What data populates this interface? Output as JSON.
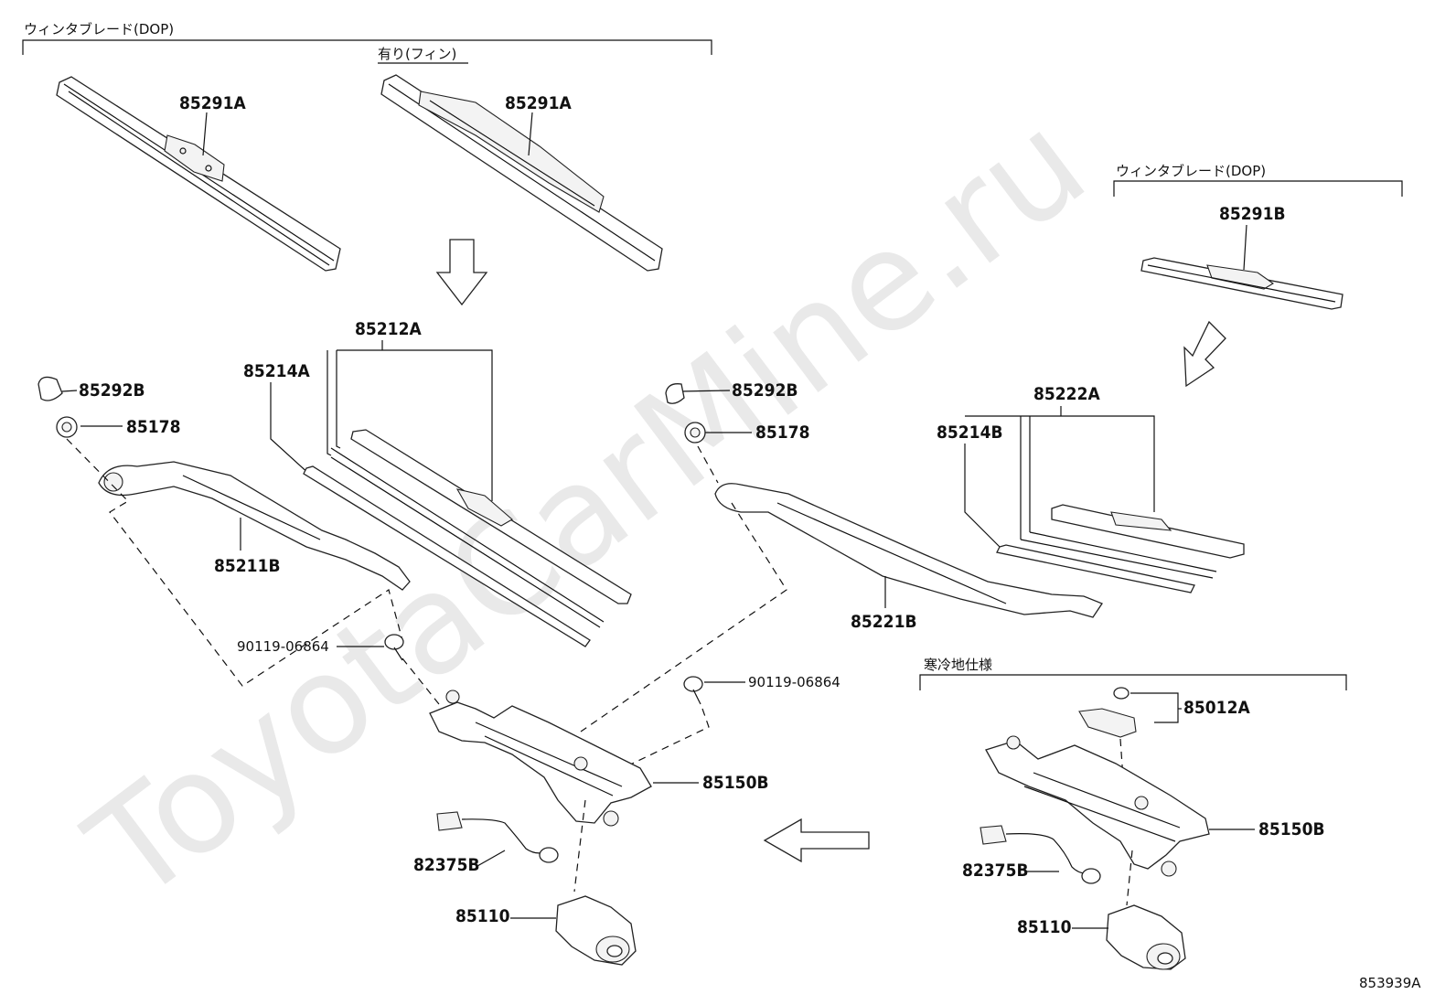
{
  "watermark": "ToyotaCarMine.ru",
  "group_labels": {
    "wiper_blade_dop_left": "ウィンタブレード(DOP)",
    "with_fin": "有り(フィン)",
    "wiper_blade_dop_right": "ウィンタブレード(DOP)",
    "cold_spec": "寒冷地仕様"
  },
  "part_numbers": {
    "p85291A_1": "85291A",
    "p85291A_2": "85291A",
    "p85291B": "85291B",
    "p85212A": "85212A",
    "p85214A": "85214A",
    "p85292B_l": "85292B",
    "p85178_l": "85178",
    "p85211B": "85211B",
    "p90119_l": "90119-06864",
    "p85292B_r": "85292B",
    "p85178_r": "85178",
    "p85222A": "85222A",
    "p85214B": "85214B",
    "p85221B": "85221B",
    "p90119_r": "90119-06864",
    "p85150B_l": "85150B",
    "p82375B_l": "82375B",
    "p85110_l": "85110",
    "p85012A": "85012A",
    "p85150B_r": "85150B",
    "p82375B_r": "82375B",
    "p85110_r": "85110"
  },
  "diagram_ref": "853939A"
}
